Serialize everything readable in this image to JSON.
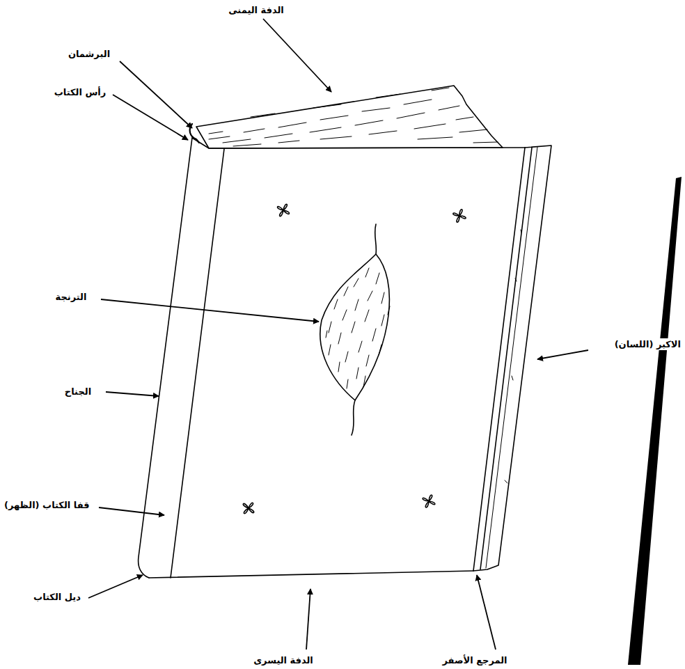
{
  "diagram": {
    "labels": [
      "الدفة اليمنى",
      "البرشمان",
      "رأس الكتاب",
      "الترنجة",
      "الجناح",
      "قفا الكتاب (الظهر)",
      "ديل الكتاب",
      "الدفة اليسرى",
      "المرجع الأصفر",
      "الاكبر (اللسان)"
    ]
  }
}
